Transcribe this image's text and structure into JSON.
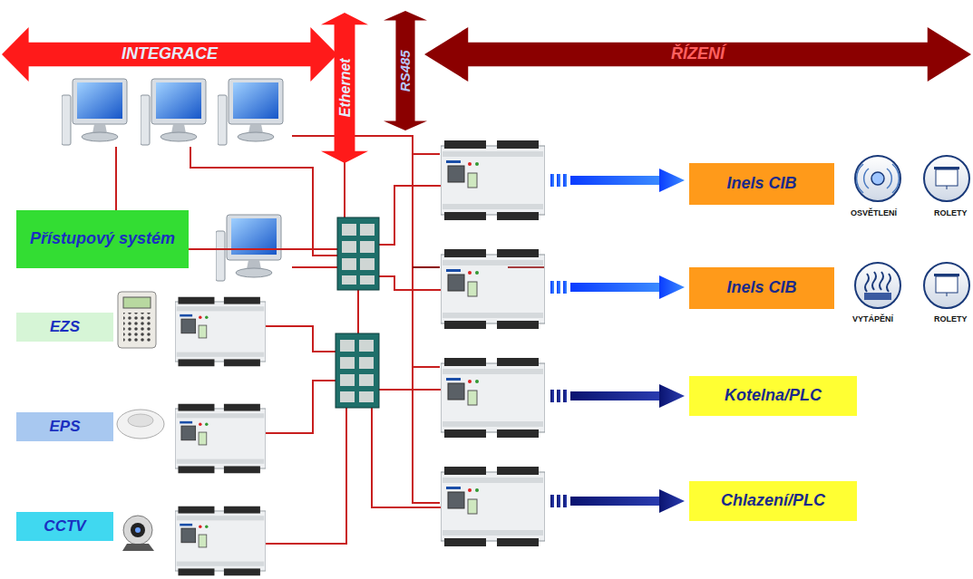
{
  "diagram": {
    "nodes": [
      {
        "text": [
          "INTEGRACE"
        ]
      },
      {
        "text": [
          "Ethernet"
        ]
      },
      {
        "text": [
          "RS485"
        ]
      },
      {
        "text": [
          "ŘÍZENÍ"
        ]
      },
      {
        "text": [
          "Přístupový systém"
        ]
      },
      {
        "text": [
          "EZS"
        ]
      },
      {
        "text": [
          "EPS"
        ]
      },
      {
        "text": [
          "CCTV"
        ]
      },
      {
        "text": [
          "Inels CIB"
        ]
      },
      {
        "text": [
          "Inels CIB"
        ]
      },
      {
        "text": [
          "Kotelna/PLC"
        ]
      },
      {
        "text": [
          "Chlazení/PLC"
        ]
      }
    ],
    "labels": [
      "OSVĚTLENÍ",
      "ROLETY",
      "VYTÁPĚNÍ",
      "ROLETY"
    ]
  }
}
